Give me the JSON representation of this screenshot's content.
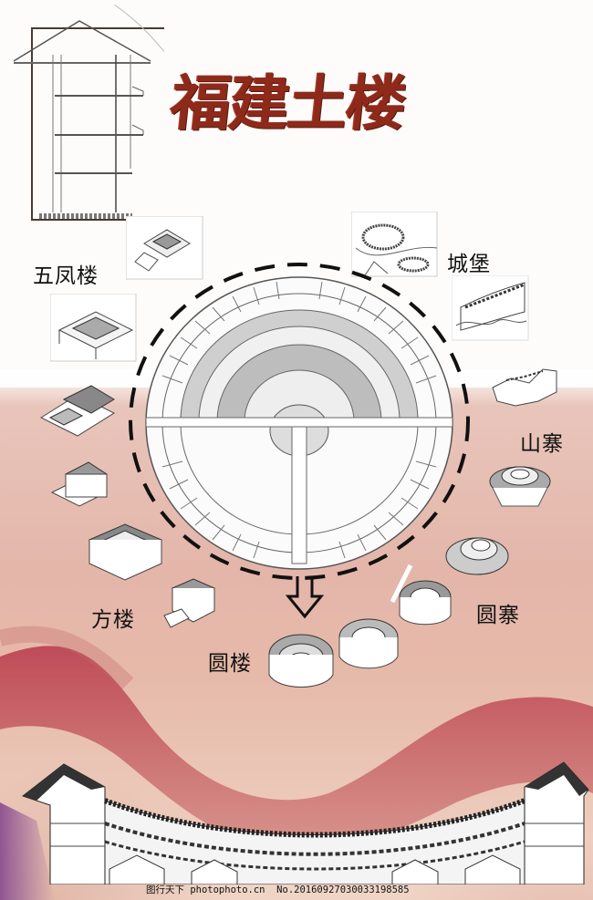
{
  "poster": {
    "title": "福建土楼",
    "title_color": "#8e2a1a",
    "background_wash_color": "#e4b6aa",
    "band_color": "#a8283a"
  },
  "labels": {
    "wufeng": "五凤楼",
    "chengbao": "城堡",
    "shanzhai": "山寨",
    "fanglou": "方楼",
    "yuanzhai": "圆寨",
    "yuanlou": "圆楼"
  },
  "illustrations": {
    "top_left": "section-drawing",
    "center": "round-tulou-floor-plan",
    "bottom": "round-tulou-elevation"
  },
  "footer": {
    "source": "图行天下 photophoto.cn",
    "number": "No.20160927030033198585"
  }
}
